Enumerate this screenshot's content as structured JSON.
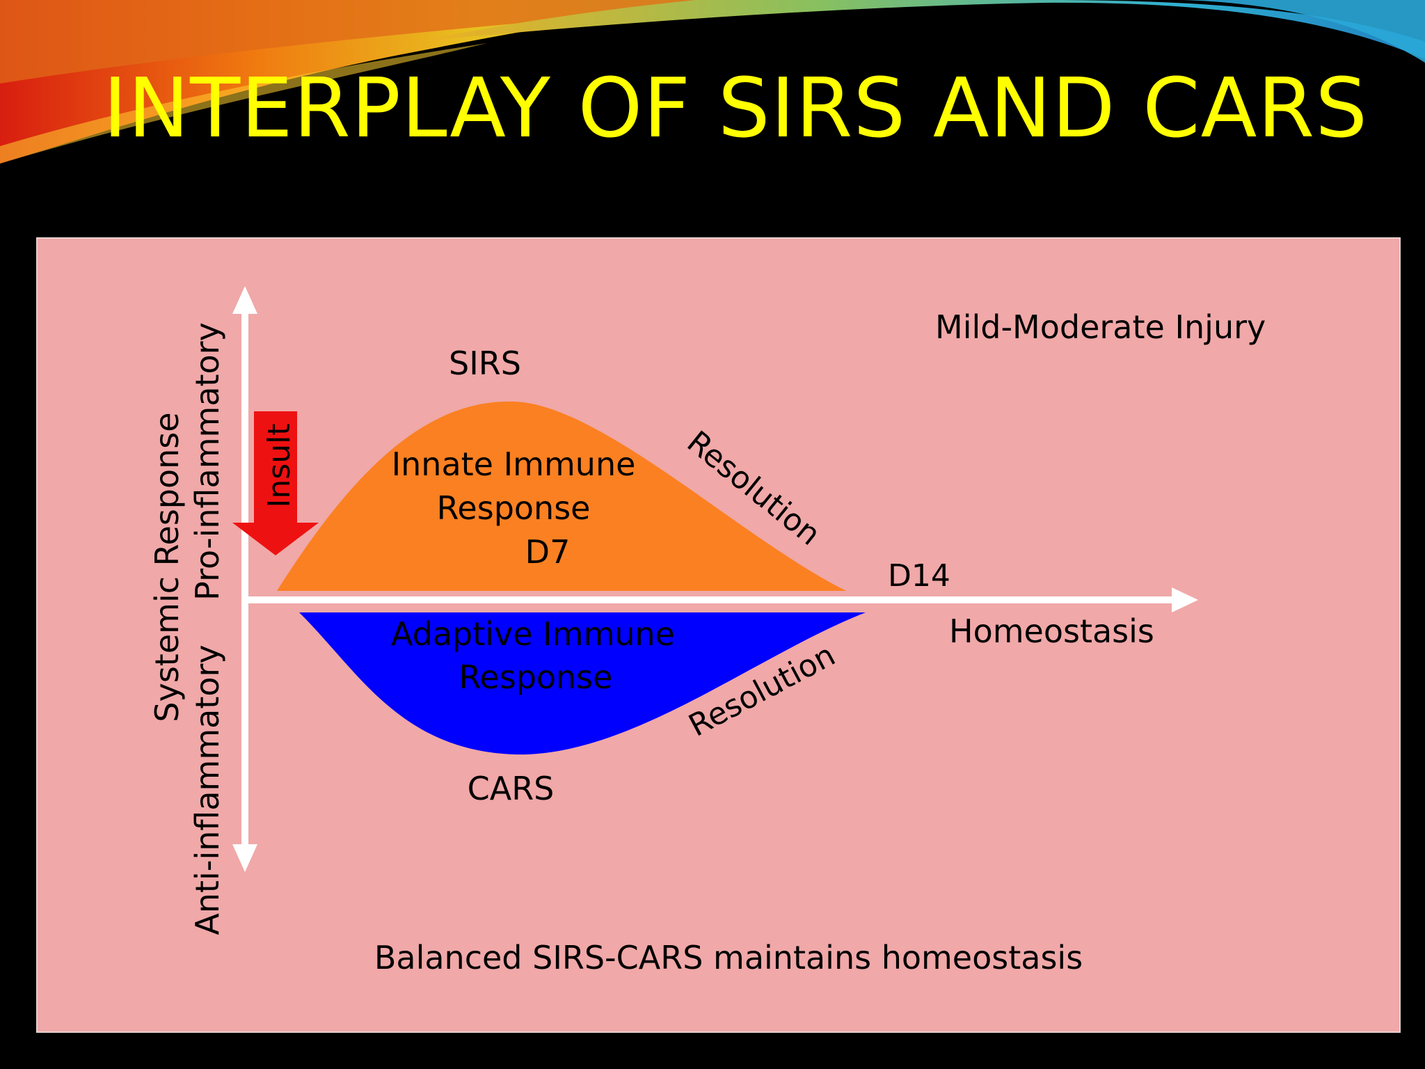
{
  "slide": {
    "title": "INTERPLAY OF SIRS AND CARS"
  },
  "diagram": {
    "y_axis_upper": "Pro-inflammatory",
    "y_axis_middle": "Systemic Response",
    "y_axis_lower": "Anti-inflammatory",
    "insult_label": "Insult",
    "sirs_label": "SIRS",
    "innate_line1": "Innate Immune",
    "innate_line2": "Response",
    "d7_label": "D7",
    "resolution_upper": "Resolution",
    "d14_label": "D14",
    "homeostasis_label": "Homeostasis",
    "adaptive_line1": "Adaptive Immune",
    "adaptive_line2": "Response",
    "resolution_lower": "Resolution",
    "cars_label": "CARS",
    "injury_label": "Mild-Moderate Injury",
    "footer": "Balanced SIRS-CARS maintains homeostasis",
    "colors": {
      "background": "#f0a8a8",
      "sirs_fill": "#fb8022",
      "cars_fill": "#0000ff",
      "insult_arrow": "#ee1111",
      "axes": "#ffffff",
      "title": "#ffff00"
    }
  }
}
